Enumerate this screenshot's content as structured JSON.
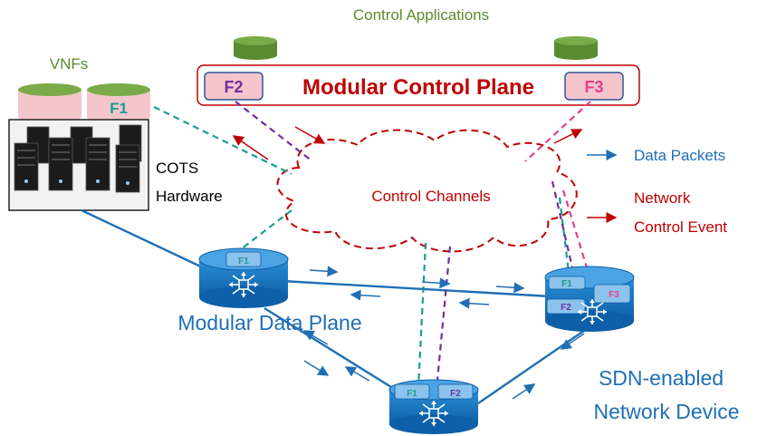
{
  "title": "Control Applications",
  "vnfs_label": "VNFs",
  "control_plane": {
    "label": "Modular Control Plane",
    "functions": [
      "F2",
      "F3"
    ]
  },
  "vnf_functions": [
    "F1"
  ],
  "cots": {
    "line1": "COTS",
    "line2": "Hardware"
  },
  "control_channels_label": "Control Channels",
  "legend": {
    "data_packets": "Data Packets",
    "control_event_line1": "Network",
    "control_event_line2": "Control Event"
  },
  "data_plane_label": "Modular Data Plane",
  "sdn_device": {
    "line1": "SDN-enabled",
    "line2": "Network Device"
  },
  "devices": {
    "left": [
      "F1"
    ],
    "right": [
      "F1",
      "F2",
      "F3"
    ],
    "bottom": [
      "F1",
      "F2"
    ]
  },
  "colors": {
    "green": "#5b8a2f",
    "red": "#c00000",
    "blue": "#1f6fb4",
    "teal": "#1a9e8f",
    "purple": "#7030a0",
    "pink": "#e83e8c",
    "pink_fill": "#f4c6cc"
  }
}
